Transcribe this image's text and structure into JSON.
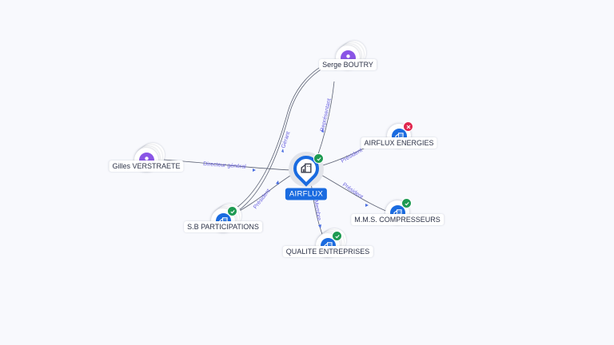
{
  "graph": {
    "center": {
      "name": "AIRFLUX",
      "type": "company",
      "status": "active",
      "icon": "building-icon",
      "accent_color": "#1a6be0"
    },
    "nodes": [
      {
        "id": "serge",
        "name": "Serge BOUTRY",
        "type": "person",
        "icon": "person-icon",
        "status": null
      },
      {
        "id": "gilles",
        "name": "Gilles VERSTRAETE",
        "type": "person",
        "icon": "person-icon",
        "status": null
      },
      {
        "id": "airflux-energies",
        "name": "AIRFLUX ENERGIES",
        "type": "company",
        "icon": "building-icon",
        "status": "closed"
      },
      {
        "id": "mms",
        "name": "M.M.S. COMPRESSEURS",
        "type": "company",
        "icon": "building-icon",
        "status": "active"
      },
      {
        "id": "qualite",
        "name": "QUALITE ENTREPRISES",
        "type": "company",
        "icon": "building-icon",
        "status": "active"
      },
      {
        "id": "sb",
        "name": "S.B PARTICIPATIONS",
        "type": "company",
        "icon": "building-icon",
        "status": "active"
      }
    ],
    "edges": [
      {
        "from": "serge",
        "to": "center",
        "label": "Représentant"
      },
      {
        "from": "gilles",
        "to": "center",
        "label": "Directeur général"
      },
      {
        "from": "center",
        "to": "airflux-energies",
        "label": "Président"
      },
      {
        "from": "center",
        "to": "mms",
        "label": "Président"
      },
      {
        "from": "center",
        "to": "qualite",
        "label": "Membre"
      },
      {
        "from": "sb",
        "to": "center",
        "label": "Président"
      },
      {
        "from": "serge",
        "to": "sb",
        "label": "Gérant"
      }
    ],
    "colors": {
      "person": "#8a55e6",
      "company": "#1a6be0",
      "status_active": "#1e9a52",
      "status_closed": "#e0264e",
      "edge_label": "#6b63e0"
    }
  }
}
